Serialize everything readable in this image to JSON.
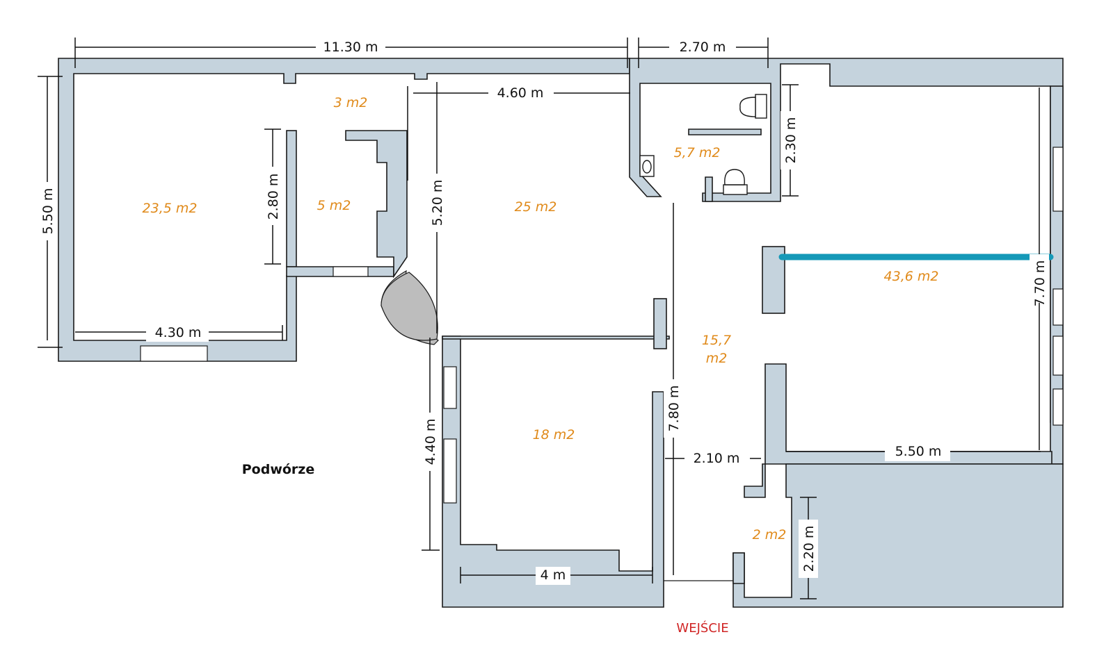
{
  "plan": {
    "dimensions": {
      "top_total": "11.30 m",
      "top_right": "2.70 m",
      "inner_top": "4.60 m",
      "left_height": "5.50 m",
      "room1_height": "2.80 m",
      "room1_width": "4.30 m",
      "hall_height": "5.20 m",
      "bath_height": "2.30 m",
      "right_height": "7.70 m",
      "right_width": "5.50 m",
      "corridor_height": "7.80 m",
      "corridor_width": "2.10 m",
      "lower_height": "4.40 m",
      "lower_width": "4 m",
      "small_height": "2.20 m"
    },
    "areas": {
      "room_left": "23,5 m2",
      "closet_top": "3 m2",
      "closet": "5 m2",
      "hall": "25 m2",
      "bathroom": "5,7 m2",
      "big_room": "43,6 m2",
      "corridor_line1": "15,7",
      "corridor_line2": "m2",
      "room_lower": "18 m2",
      "small_room": "2 m2"
    },
    "labels": {
      "courtyard": "Podwórze",
      "entrance": "WEJŚCIE"
    },
    "colors": {
      "wall": "#c5d3dd",
      "area_text": "#e08a1a",
      "entrance_text": "#d02525",
      "partition": "#1599b8"
    }
  }
}
